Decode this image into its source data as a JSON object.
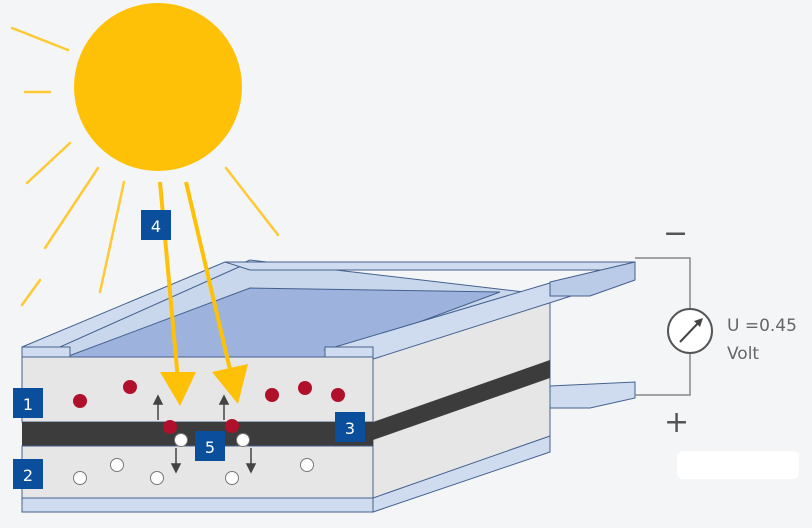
{
  "labels": {
    "n_layer": "1",
    "p_layer": "2",
    "junction": "3",
    "light": "4",
    "carriers": "5"
  },
  "meter": {
    "line1": "U =0.45",
    "line2": "Volt"
  },
  "terminals": {
    "negative": "−",
    "positive": "+"
  },
  "colors": {
    "background": "#f4f5f7",
    "sun": "#ffc107",
    "sun_rays": "#ffc933",
    "badge": "#0b4f9c",
    "electron": "#b0102a",
    "hole": "#ffffff",
    "contact": "#cfdcef",
    "glass": "#9db3dd",
    "junction_layer": "#3c3c3c",
    "cell_layer": "#e2e2e2"
  },
  "icons": {
    "meter": "voltmeter-icon",
    "sun": "sun-icon"
  }
}
